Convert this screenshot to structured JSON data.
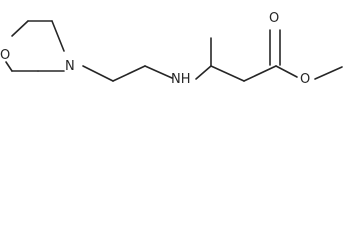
{
  "molecule": {
    "atoms": {
      "morpholine_oxygen": "O",
      "morpholine_nitrogen": "N",
      "amine": "NH",
      "carbonyl_oxygen": "O",
      "ester_oxygen": "O"
    }
  },
  "colors": {
    "bond": "#262626",
    "label": "#262626",
    "background": "#ffffff"
  }
}
